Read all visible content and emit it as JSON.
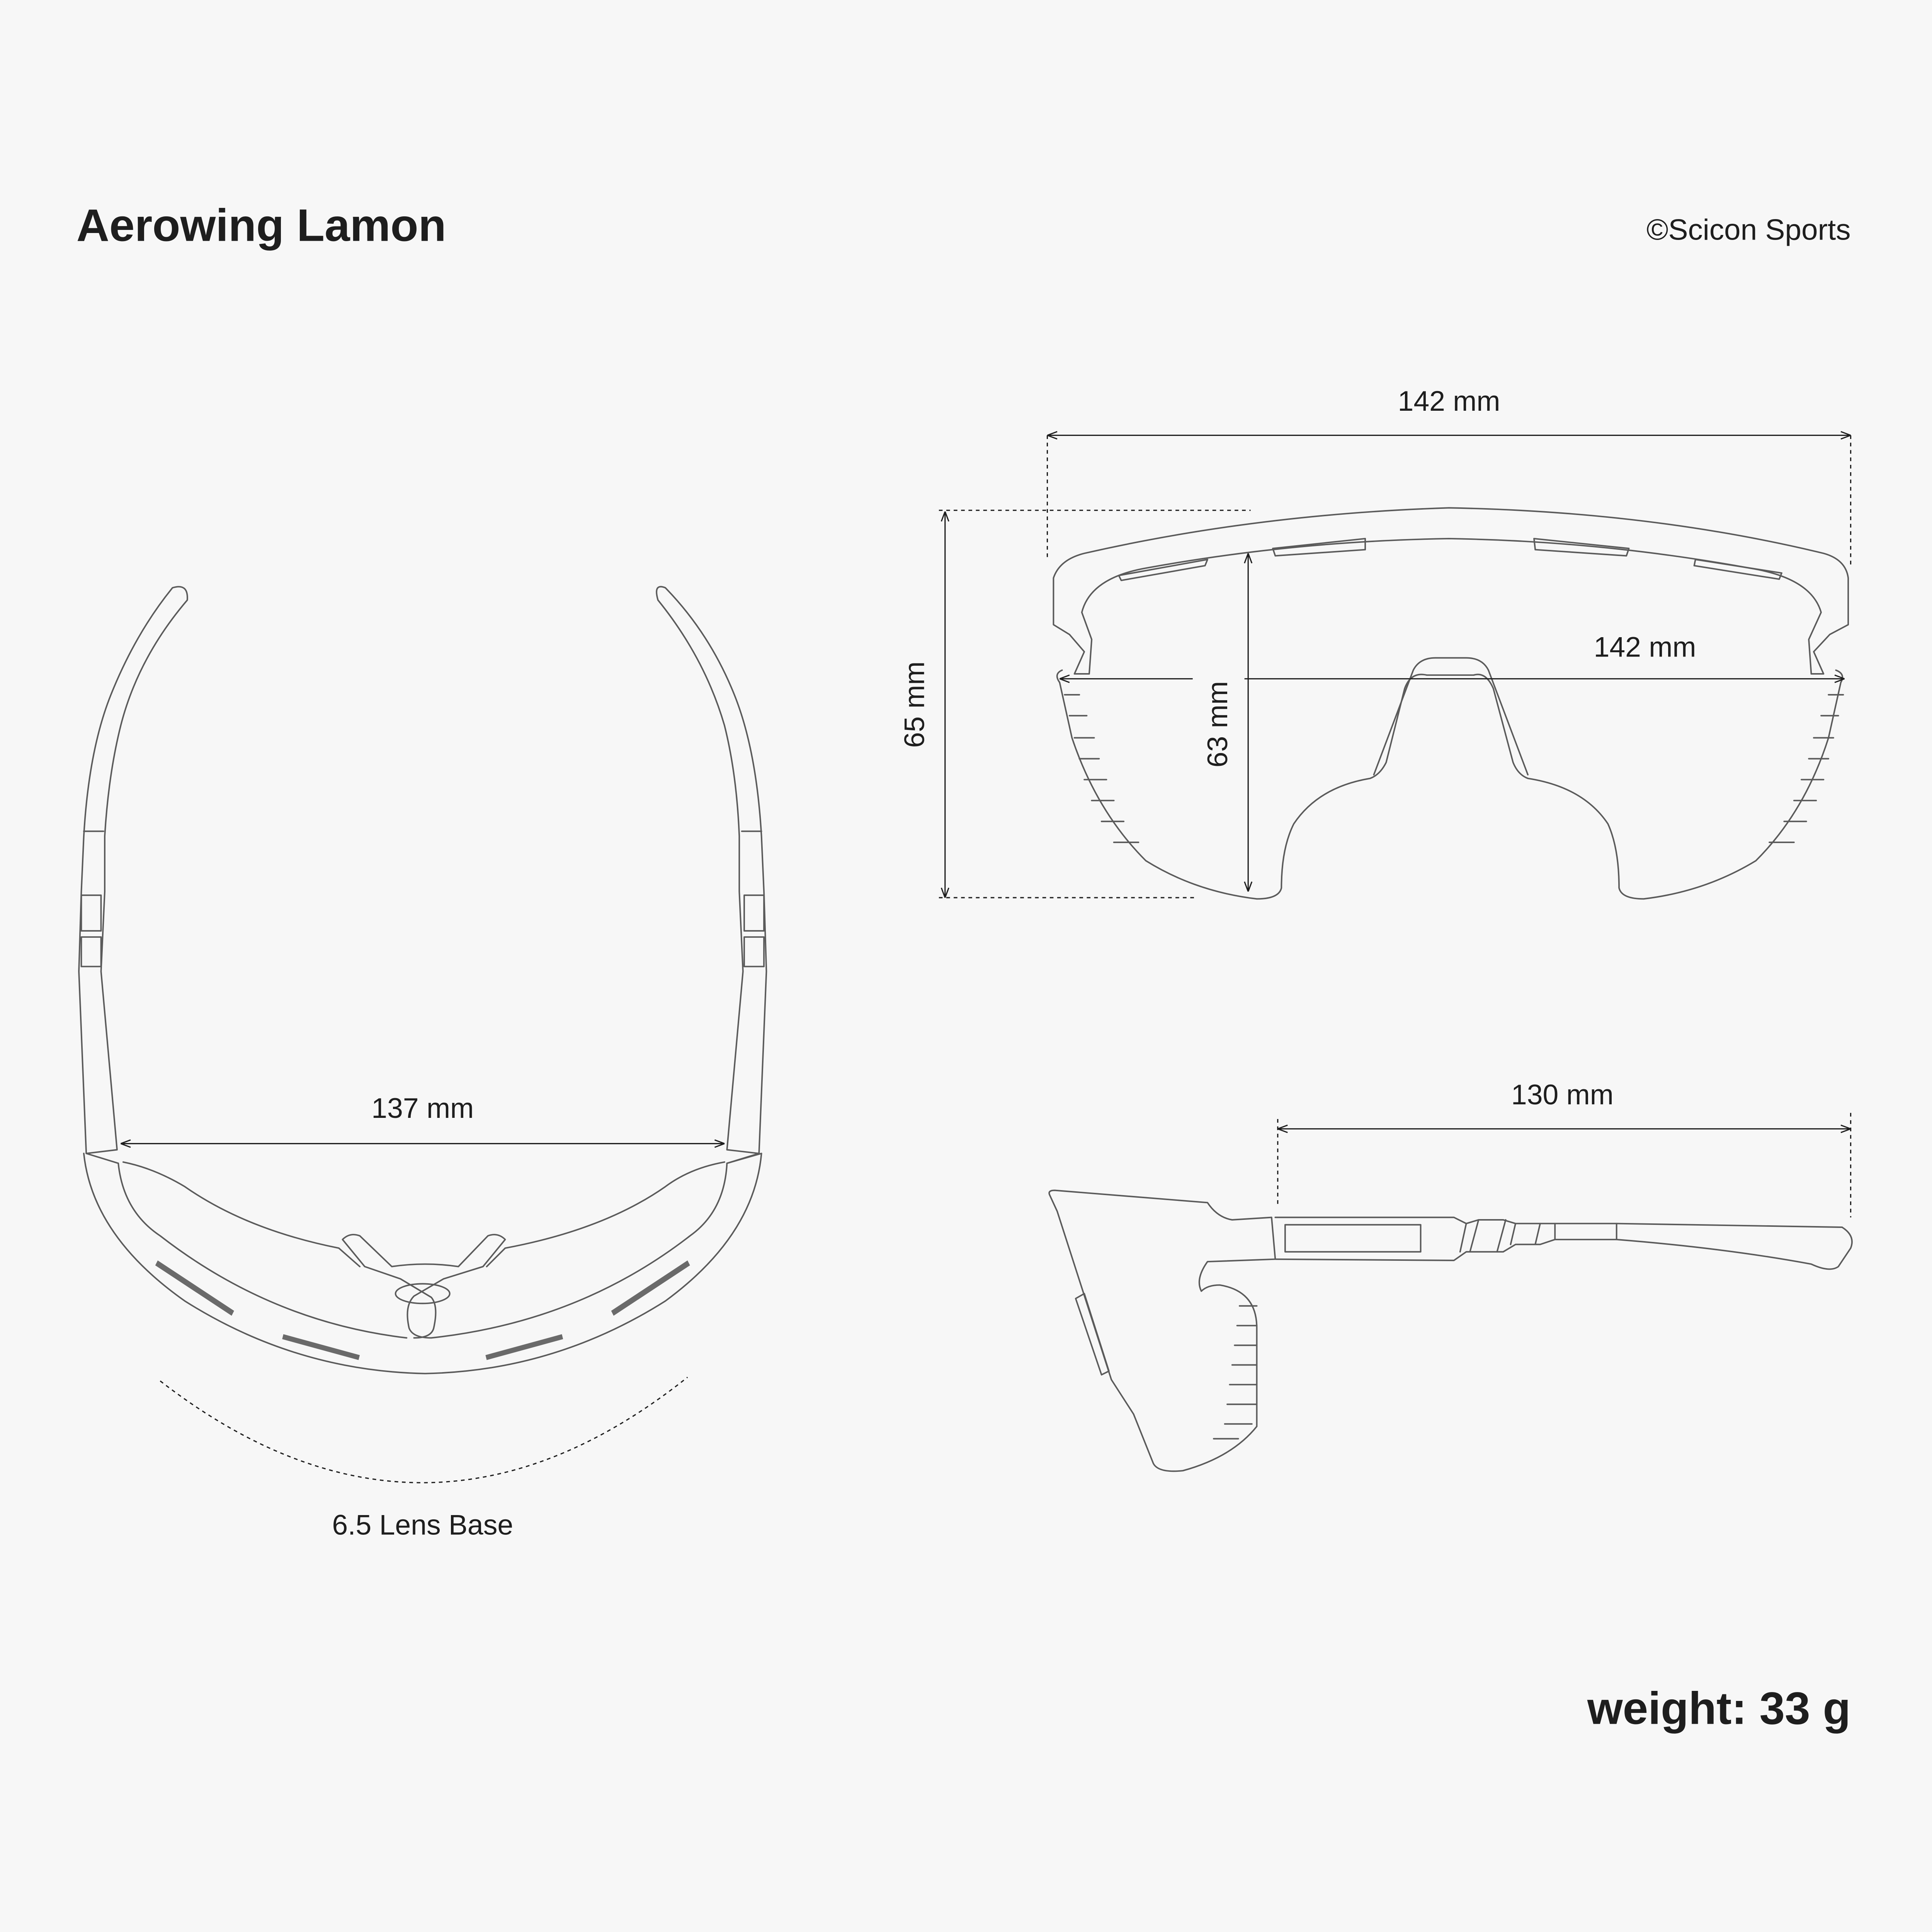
{
  "title": "Aerowing Lamon",
  "copyright": "©Scicon Sports",
  "weight": "weight: 33 g",
  "dimensions": {
    "frame_width": "142 mm",
    "lens_width": "142 mm",
    "frame_height": "65 mm",
    "lens_height": "63 mm",
    "temple_spread": "137 mm",
    "temple_length": "130 mm"
  },
  "lens_base": "6.5 Lens Base",
  "colors": {
    "background": "#f7f7f7",
    "text": "#1e1e1e",
    "line": "#5a5a5a"
  }
}
